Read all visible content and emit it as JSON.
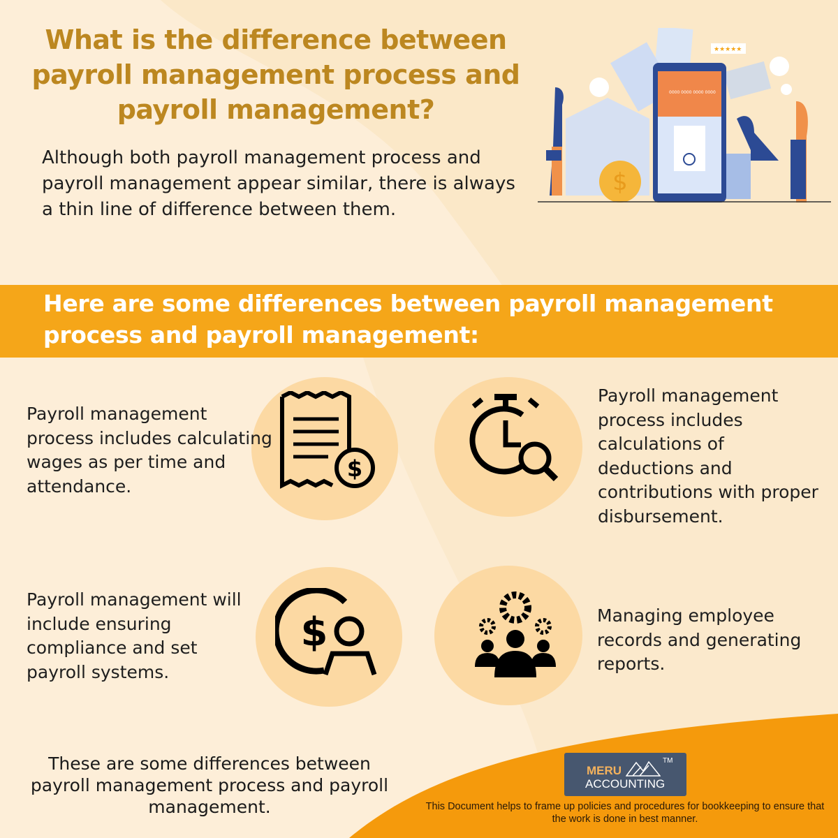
{
  "header": {
    "title": "What is the difference between payroll management process and payroll management?",
    "intro": "Although both payroll management process and payroll management appear similar, there is always a thin line of difference between them."
  },
  "illustration": {
    "card_number": "0000 0000 0000 0000",
    "currency_symbol": "$"
  },
  "band": {
    "text": "Here are some differences between payroll management process and payroll management:"
  },
  "items": [
    {
      "text": "Payroll management process includes calculating wages as per time and attendance.",
      "icon": "receipt-dollar-icon"
    },
    {
      "text": "Payroll management process includes calculations of deductions and contributions with proper disbursement.",
      "icon": "stopwatch-search-icon"
    },
    {
      "text": "Payroll management will include ensuring compliance and set payroll systems.",
      "icon": "dollar-person-cycle-icon"
    },
    {
      "text": "Managing employee records and generating reports.",
      "icon": "team-gears-icon"
    }
  ],
  "closing": "These are some differences between payroll management process and payroll management.",
  "logo": {
    "line1": "MERU",
    "line2": "ACCOUNTING",
    "tm": "TM"
  },
  "footer": "This Document helps to frame up policies and procedures for bookkeeping to ensure that the work is done in best manner.",
  "colors": {
    "title": "#bc8720",
    "band": "#f5a619",
    "background": "#fbe9cc",
    "footer_orange": "#f59a0c",
    "logo_bg": "#47576f"
  }
}
